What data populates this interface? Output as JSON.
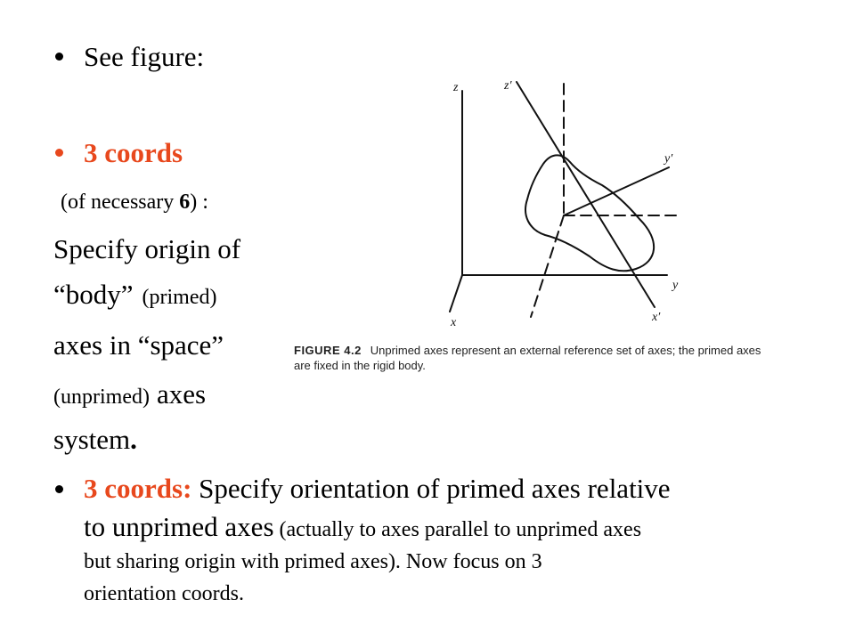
{
  "bullets": {
    "see_figure": "See figure:",
    "coords_heading": "3 coords",
    "coords_paren_pre": "(of necessary ",
    "coords_paren_num": "6",
    "coords_paren_post": ") :",
    "line_specify": "Specify origin of",
    "line_body_word": "“body”",
    "line_body_paren": "(primed)",
    "line_axes_in": "axes in  “space”",
    "line_unprimed": "(unprimed)",
    "line_unprimed_axes": "axes",
    "line_system": "system",
    "line_system_period": "."
  },
  "last_bullet": {
    "label": "3 coords:",
    "line1_rest": " Specify orientation of primed axes relative",
    "line2_main": "to unprimed axes",
    "line2_paren": " (actually to axes parallel to unprimed axes",
    "line3": "but sharing origin with primed axes). Now focus on 3",
    "line4": "orientation coords."
  },
  "figure": {
    "caption_label": "FIGURE 4.2",
    "caption_line1": "Unprimed axes represent an external reference set of axes; the primed axes",
    "caption_line2": "are fixed in the rigid body.",
    "axis_z": "z",
    "axis_z_primed": "z′",
    "axis_y": "y",
    "axis_y_primed": "y′",
    "axis_x": "x",
    "axis_x_primed": "x′"
  },
  "colors": {
    "accent": "#e8481d",
    "text": "#000000"
  }
}
